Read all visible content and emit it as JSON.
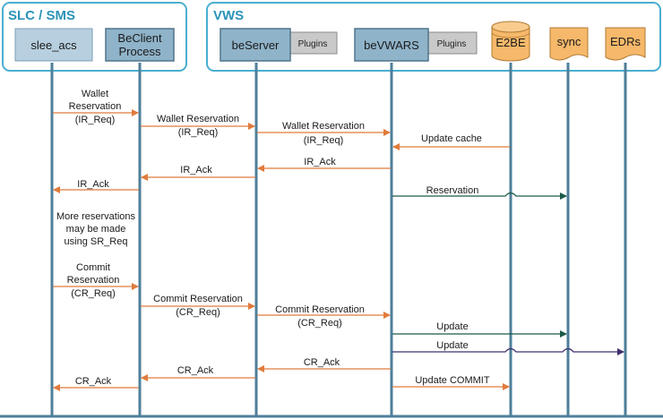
{
  "groups": {
    "slc": {
      "title": "SLC / SMS"
    },
    "vws": {
      "title": "VWS"
    }
  },
  "participants": {
    "slee": {
      "label": "slee_acs"
    },
    "beclient": {
      "label_line1": "BeClient",
      "label_line2": "Process"
    },
    "beserver": {
      "label": "beServer",
      "plugin": "Plugins"
    },
    "bevwars": {
      "label": "beVWARS",
      "plugin": "Plugins"
    },
    "e2be": {
      "label": "E2BE"
    },
    "sync": {
      "label": "sync"
    },
    "edrs": {
      "label": "EDRs"
    }
  },
  "messages": {
    "m1": {
      "line1": "Wallet",
      "line2": "Reservation",
      "line3": "(IR_Req)"
    },
    "m2": {
      "line1": "Wallet Reservation",
      "line2": "(IR_Req)"
    },
    "m3": {
      "line1": "Wallet Reservation",
      "line2": "(IR_Req)"
    },
    "m4": {
      "line1": "Update cache"
    },
    "m5": {
      "line1": "IR_Ack"
    },
    "m6": {
      "line1": "IR_Ack"
    },
    "m7": {
      "line1": "IR_Ack"
    },
    "m8": {
      "line1": "Reservation"
    },
    "m9": {
      "line1": "Commit",
      "line2": "Reservation",
      "line3": "(CR_Req)"
    },
    "m10": {
      "line1": "Commit Reservation",
      "line2": "(CR_Req)"
    },
    "m11": {
      "line1": "Commit Reservation",
      "line2": "(CR_Req)"
    },
    "m12": {
      "line1": "Update"
    },
    "m13": {
      "line1": "Update"
    },
    "m14": {
      "line1": "CR_Ack"
    },
    "m15": {
      "line1": "CR_Ack"
    },
    "m16": {
      "line1": "CR_Ack"
    },
    "m17": {
      "line1": "Update COMMIT"
    }
  },
  "note": {
    "line1": "More reservations",
    "line2": "may be made",
    "line3": "using SR_Req"
  },
  "colors": {
    "accent": "#2a93b8",
    "group_border": "#4aaed0",
    "box_light": "#b7cfdf",
    "box_dark": "#8fb3c9",
    "lifeline": "#4e7f9a",
    "plugin": "#c9c9c9",
    "storage": "#f6b86a",
    "arrow_orange": "#e07b3c",
    "arrow_green": "#1c5a47",
    "arrow_purple": "#3d2e6e"
  }
}
